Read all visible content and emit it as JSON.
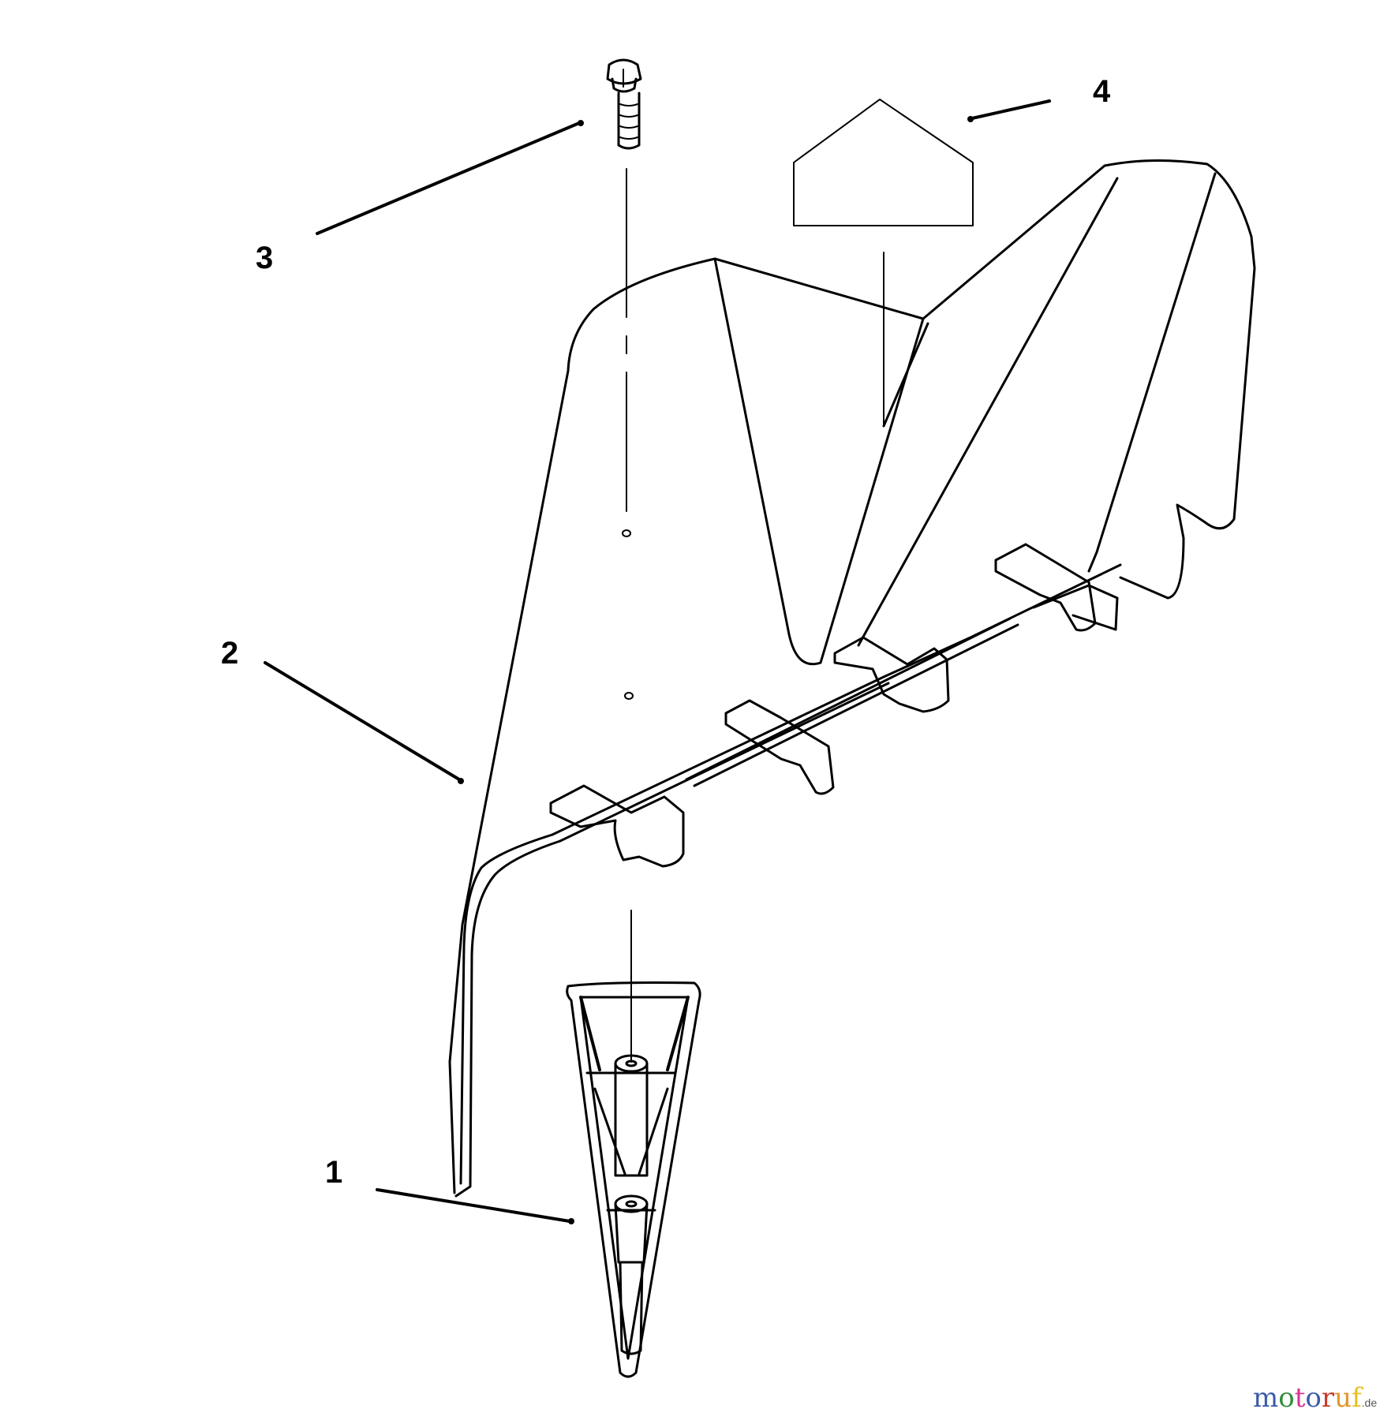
{
  "diagram": {
    "type": "exploded-parts-view",
    "callouts": [
      {
        "number": "1",
        "part": "deflector-mount-bracket"
      },
      {
        "number": "2",
        "part": "discharge-chute-deflector"
      },
      {
        "number": "3",
        "part": "hex-bolt"
      },
      {
        "number": "4",
        "part": "label-decal"
      }
    ]
  },
  "callout_labels": {
    "c1": "1",
    "c2": "2",
    "c3": "3",
    "c4": "4"
  },
  "watermark": {
    "letters": [
      "m",
      "o",
      "t",
      "o",
      "r",
      "u",
      "f"
    ],
    "colors": [
      "#3b5ba8",
      "#2f8f3a",
      "#d9368f",
      "#3b5ba8",
      "#c43a2e",
      "#e0962a",
      "#e8c020"
    ],
    "suffix": ".de"
  }
}
